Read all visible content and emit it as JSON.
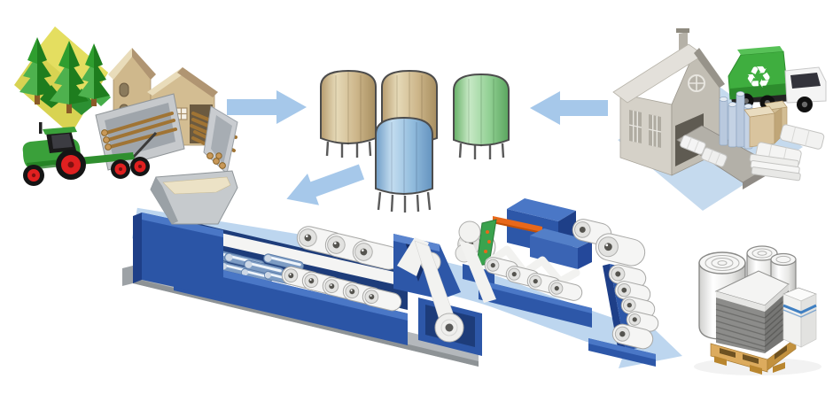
{
  "scene": {
    "background": "#ffffff",
    "description": "paper-production-process-flow",
    "process_stages": [
      {
        "name": "wood-raw-material",
        "elements": [
          "forest",
          "sawmill",
          "log-tractor"
        ]
      },
      {
        "name": "pulp-storage-silos",
        "elements": [
          "tan-silo",
          "tan-silo",
          "blue-silo",
          "green-silo"
        ]
      },
      {
        "name": "recycled-paper-collection",
        "elements": [
          "house",
          "recycling-truck",
          "waste-paper-pile"
        ]
      },
      {
        "name": "paper-machine",
        "elements": [
          "pulp-hopper",
          "wire-section-rollers",
          "drying-cylinders",
          "reel-stand"
        ]
      },
      {
        "name": "finishing",
        "elements": [
          "coating-unit",
          "calender-stack"
        ]
      },
      {
        "name": "finished-products",
        "elements": [
          "paper-rolls",
          "sheet-pallet",
          "wrapped-ream-box"
        ]
      }
    ],
    "arrows": [
      {
        "name": "wood-to-silos",
        "direction": "right"
      },
      {
        "name": "recycled-to-silos",
        "direction": "left"
      },
      {
        "name": "silos-to-paper-machine",
        "direction": "down-left"
      },
      {
        "name": "production-flow",
        "direction": "down-right",
        "style": "wide-band"
      }
    ]
  },
  "icons": {
    "recycle_symbol": "♻"
  },
  "colors": {
    "arrow_blue": "#a6c8ea",
    "flow_band_blue": "#bdd6ef",
    "ground_yellow": "#d8d352",
    "tree_green": "#2f9e2f",
    "trunk_brown": "#8a5a28",
    "mill_tan": "#d3bd92",
    "log_brown": "#a07434",
    "tractor_green": "#3aa03a",
    "wheel_red": "#e02020",
    "silo_tan": "#cdb68a",
    "silo_green": "#92d094",
    "silo_blue": "#92bcdd",
    "house_gray": "#d5d1c8",
    "house_ground_blue": "#c5daee",
    "truck_green": "#3fae3f",
    "cab_white": "#f4f4f4",
    "machine_blue": "#2b55a6",
    "machine_blue_light": "#4a77c6",
    "machine_blue_dark": "#1e3f88",
    "roller_steel_blue": "#7d9cc4",
    "paper_white": "#f4f4f3",
    "pulp_cream": "#ece2c6",
    "hopper_gray": "#c6cacd",
    "coater_orange": "#e8681a",
    "coater_panel_green": "#3aa34e",
    "pallet_wood": "#dcab5e",
    "sheet_stack_gray": "#8c8c8a",
    "strap_blue": "#3f7fc2"
  }
}
